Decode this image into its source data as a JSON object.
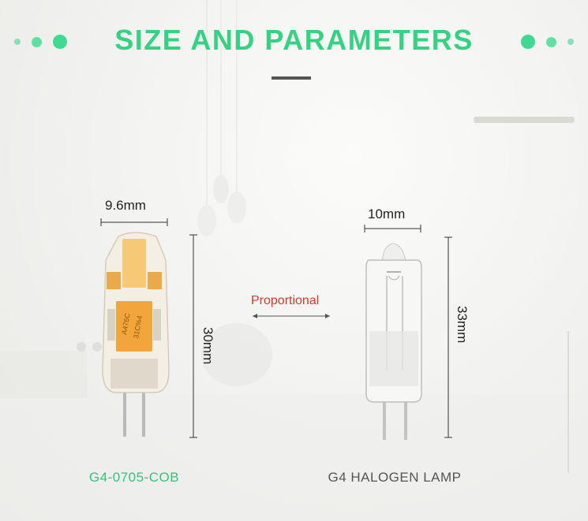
{
  "header": {
    "title": "SIZE AND PARAMETERS"
  },
  "led_lamp": {
    "width_label": "9.6mm",
    "height_label": "30mm",
    "chip_text_1": "A476C",
    "chip_text_2": "31C%4",
    "caption": "G4-0705-COB"
  },
  "halogen_lamp": {
    "width_label": "10mm",
    "height_label": "33mm",
    "caption": "G4 HALOGEN LAMP"
  },
  "comparison": {
    "label": "Proportional"
  },
  "colors": {
    "accent": "#36d183",
    "proportional_label": "#d23a2a"
  }
}
